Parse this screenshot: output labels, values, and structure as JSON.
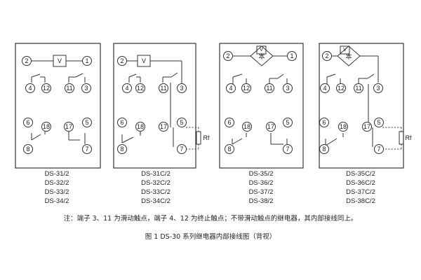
{
  "title": "图 1 DS-30 系列继电器内部接线图（背视）",
  "note": "注：端子 3、11 为滑动触点，端子 4、12 为终止触点；不带滑动触点的继电器，其内部接线同上。",
  "relay_symbols": {
    "voltmeter": "V",
    "rectifier": "本",
    "resistor": "Rf"
  },
  "terminals": {
    "t1": "1",
    "t2": "2",
    "t3": "3",
    "t4": "4",
    "t5": "5",
    "t6": "6",
    "t7": "7",
    "t8": "8",
    "t11": "11",
    "t12": "12",
    "t17": "17",
    "t18": "18"
  },
  "panels": [
    {
      "id": "p1",
      "models": [
        "DS-31/2",
        "DS-32/2",
        "DS-33/2",
        "DS-34/2"
      ]
    },
    {
      "id": "p2",
      "models": [
        "DS-31C/2",
        "DS-32C/2",
        "DS-33C/2",
        "DS-34C/2"
      ]
    },
    {
      "id": "p3",
      "models": [
        "DS-35/2",
        "DS-36/2",
        "DS-37/2",
        "DS-38/2"
      ]
    },
    {
      "id": "p4",
      "models": [
        "DS-35C/2",
        "DS-36C/2",
        "DS-37C/2",
        "DS-38C/2"
      ]
    }
  ]
}
